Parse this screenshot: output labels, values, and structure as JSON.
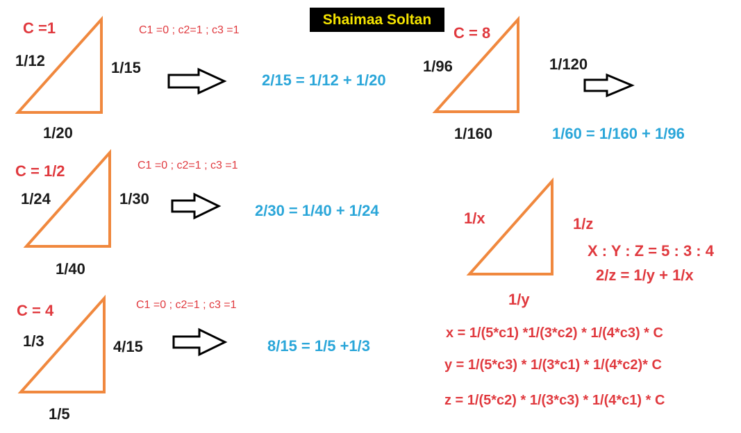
{
  "title": "Shaimaa Soltan",
  "colors": {
    "triangle": "#f0883e",
    "red": "#e0393e",
    "blue": "#2aa6d9",
    "dark": "#1a1a1a",
    "title_bg": "#000000",
    "title_fg": "#f5e400"
  },
  "examples": [
    {
      "c": "C =1",
      "left": "1/12",
      "right": "1/15",
      "bottom": "1/20",
      "coeffs": "C1 =0 ; c2=1 ; c3 =1",
      "equation": "2/15 = 1/12 + 1/20"
    },
    {
      "c": "C = 1/2",
      "left": "1/24",
      "right": "1/30",
      "bottom": "1/40",
      "coeffs": "C1 =0 ; c2=1 ; c3 =1",
      "equation": "2/30 = 1/40 + 1/24"
    },
    {
      "c": "C = 4",
      "left": "1/3",
      "right": "4/15",
      "bottom": "1/5",
      "coeffs": "C1 =0 ; c2=1 ; c3 =1",
      "equation": "8/15 = 1/5 +1/3"
    },
    {
      "c": "C = 8",
      "left": "1/96",
      "right": "1/120",
      "bottom": "1/160",
      "equation": "1/60 = 1/160 + 1/96"
    }
  ],
  "general": {
    "left": "1/x",
    "right": "1/z",
    "bottom": "1/y",
    "ratio": "X : Y : Z = 5 : 3 : 4",
    "relation": "2/z = 1/y + 1/x",
    "formulas": [
      "x = 1/(5*c1) *1/(3*c2) * 1/(4*c3) * C",
      "y = 1/(5*c3) * 1/(3*c1) * 1/(4*c2)* C",
      "z = 1/(5*c2) * 1/(3*c3) * 1/(4*c1) * C"
    ]
  }
}
